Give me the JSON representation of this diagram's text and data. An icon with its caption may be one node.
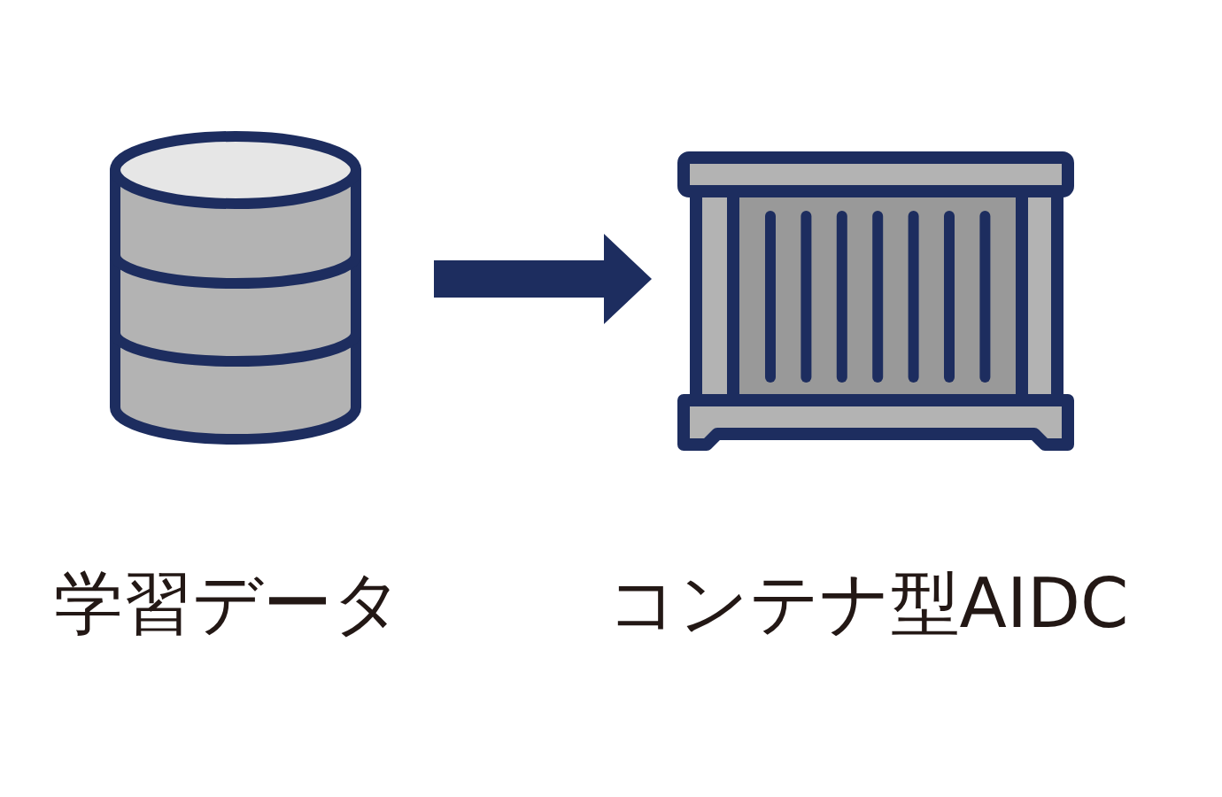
{
  "diagram": {
    "nodes": [
      {
        "text": [],
        "shape": "cylinder",
        "beside": [
          "学習データ"
        ]
      },
      {
        "text": [],
        "shape": "picture",
        "beside": [
          "コンテナ型AIDC"
        ]
      }
    ],
    "edges": [
      {
        "from": 0,
        "to": 1,
        "arrow": "to"
      }
    ]
  }
}
